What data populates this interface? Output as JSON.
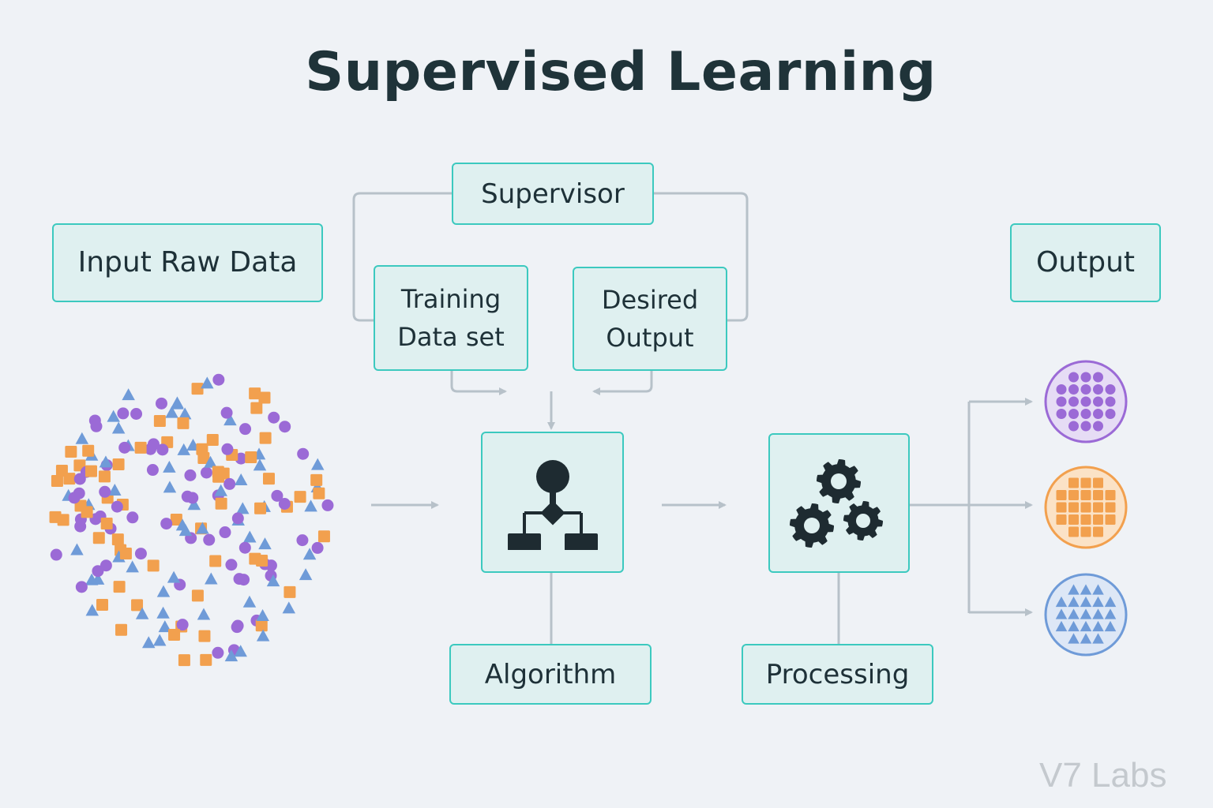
{
  "title": "Supervised Learning",
  "nodes": {
    "supervisor": "Supervisor",
    "input": "Input Raw Data",
    "training": "Training\nData set",
    "desired": "Desired\nOutput",
    "output": "Output",
    "algorithm": "Algorithm",
    "processing": "Processing"
  },
  "watermark": "V7 Labs",
  "colors": {
    "box_fill": "#dff0f0",
    "box_border": "#3cc9bf",
    "connector": "#b7c1c9",
    "icon_dark": "#1e2b31",
    "purple": "#9b6ad6",
    "orange": "#f2a04e",
    "blue": "#6f9bd8"
  },
  "icons": [
    "flowchart-icon",
    "gears-icon"
  ],
  "output_classes": [
    {
      "shape": "circle",
      "color": "#9b6ad6",
      "fill": "#e6dcf5"
    },
    {
      "shape": "square",
      "color": "#f2a04e",
      "fill": "#fbe2c6"
    },
    {
      "shape": "triangle",
      "color": "#6f9bd8",
      "fill": "#dde7f6"
    }
  ]
}
